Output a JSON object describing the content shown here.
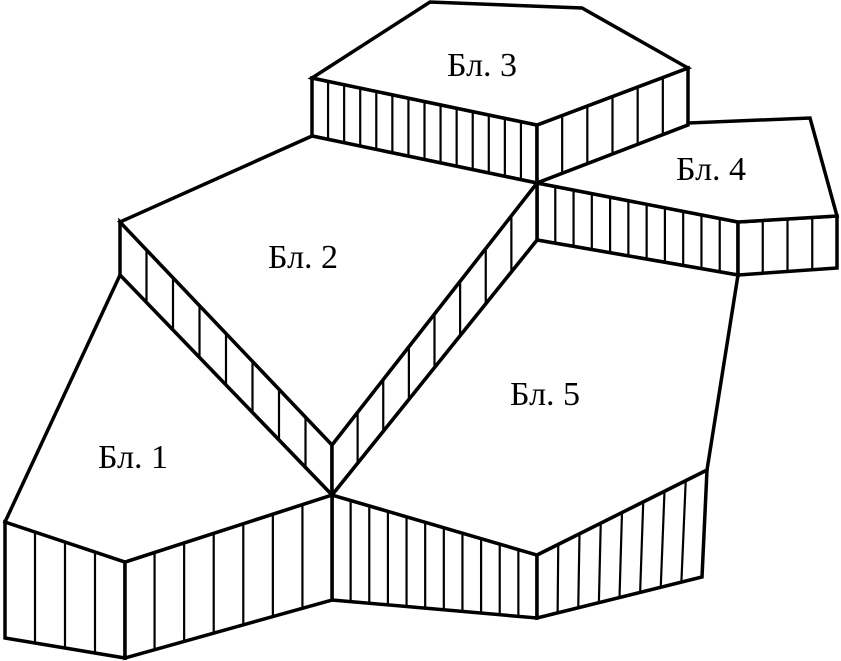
{
  "blocks": [
    {
      "id": "block-3",
      "label": "Бл. 3"
    },
    {
      "id": "block-4",
      "label": "Бл. 4"
    },
    {
      "id": "block-2",
      "label": "Бл. 2"
    },
    {
      "id": "block-5",
      "label": "Бл. 5"
    },
    {
      "id": "block-1",
      "label": "Бл. 1"
    }
  ],
  "colors": {
    "line": "#000000",
    "fill": "#ffffff"
  }
}
